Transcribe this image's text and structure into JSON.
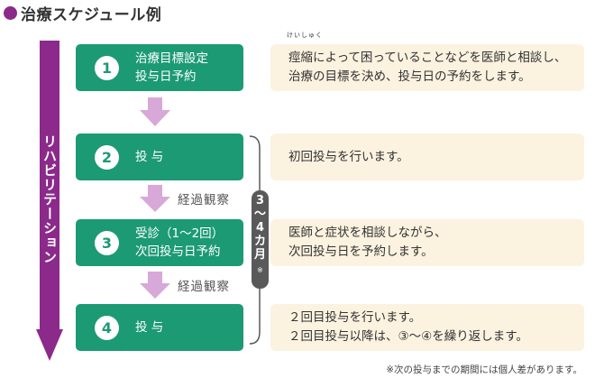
{
  "title": "治療スケジュール例",
  "side_label": "リハビリテーション",
  "steps": [
    {
      "num": "1",
      "label": "治療目標設定\n投与日予約",
      "desc": "痙縮によって困っていることなどを医師と相談し、\n治療の目標を決め、投与日の予約をします。"
    },
    {
      "num": "2",
      "label": "投 与",
      "desc": "初回投与を行います。"
    },
    {
      "num": "3",
      "label": "受診（1～2回）\n次回投与日予約",
      "desc": "医師と症状を相談しながら、\n次回投与日を予約します。"
    },
    {
      "num": "4",
      "label": "投 与",
      "desc": "２回目投与を行います。\n２回目投与以降は、③～④を繰り返します。"
    }
  ],
  "furigana": "けいしゅく",
  "elapsed_label": "経過観察",
  "period": {
    "chars": [
      "3",
      "〜",
      "4",
      "カ",
      "月"
    ],
    "mark": "※"
  },
  "footnote": "※次の投与までの期間には個人差があります。",
  "colors": {
    "purple": "#8b2a8a",
    "green": "#1c9a74",
    "cream": "#fcf2e0",
    "arrow": "#d7a8d8",
    "gray": "#595959"
  }
}
